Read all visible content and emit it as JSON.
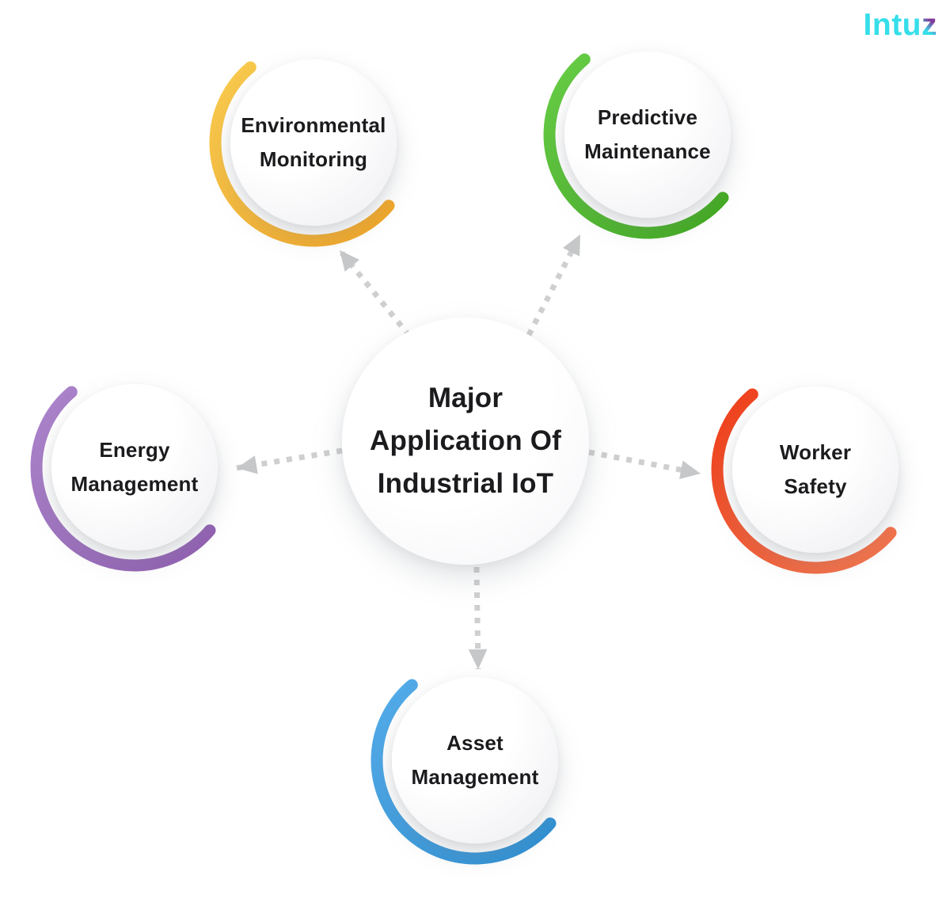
{
  "page": {
    "background": "#FFFFFF"
  },
  "logo": {
    "main": "Intu",
    "accent": "z",
    "main_color": "#35DEE9",
    "accent_color": "#82389A"
  },
  "center_node": {
    "lines": [
      "Major",
      "Application Of",
      "Industrial IoT"
    ]
  },
  "connector": {
    "color": "#CFCFCF",
    "head_color": "#C6C7C8",
    "style": "dotted-arrow"
  },
  "nodes": [
    {
      "id": "environmental-monitoring",
      "lines": [
        "Environmental",
        "Monitoring"
      ],
      "arc_from": "#F8CB4F",
      "arc_to": "#F0A426"
    },
    {
      "id": "predictive-maintenance",
      "lines": [
        "Predictive",
        "Maintenance"
      ],
      "arc_from": "#68CD47",
      "arc_to": "#3FA81E"
    },
    {
      "id": "energy-management",
      "lines": [
        "Energy",
        "Management"
      ],
      "arc_from": "#AC85CC",
      "arc_to": "#8F5EB0"
    },
    {
      "id": "worker-safety",
      "lines": [
        "Worker",
        "Safety"
      ],
      "arc_from": "#EE3F1B",
      "arc_to": "#F4774E"
    },
    {
      "id": "asset-management",
      "lines": [
        "Asset",
        "Management"
      ],
      "arc_from": "#54ACE9",
      "arc_to": "#2D8ED1"
    }
  ]
}
